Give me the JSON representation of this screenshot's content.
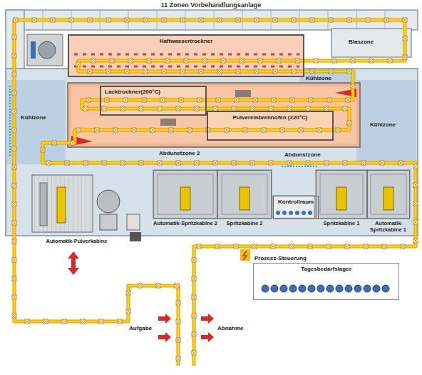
{
  "diagram": {
    "title": "11 Zonen Vorbehandlungsanlage",
    "nodes": [
      {
        "text": [
          "Haftwassertrockner"
        ]
      },
      {
        "text": [
          "Lacktrockner(200°C)"
        ]
      },
      {
        "text": [
          "Pulvereinbrennofen (220°C)"
        ]
      },
      {
        "text": [
          "Automatik-Pulverkabine"
        ]
      },
      {
        "text": [
          "Automatik-Spritzkabine 2"
        ]
      },
      {
        "text": [
          "Spritzkabine 2"
        ]
      },
      {
        "text": [
          "Kontrollraum"
        ]
      },
      {
        "text": [
          "Spritzkabine 1"
        ]
      },
      {
        "text": [
          "Automatik-Spritzkabine 1"
        ]
      },
      {
        "text": [
          "Prozess-Steuerung",
          "Tagesbedarfslager"
        ]
      }
    ],
    "labels": [
      "Blaszone",
      "Kühlzone",
      "Kühlzone",
      "Kühlzone",
      "Abdunstzone 2",
      "Abdunstzone",
      "Aufgabe",
      "Abnahme"
    ]
  }
}
